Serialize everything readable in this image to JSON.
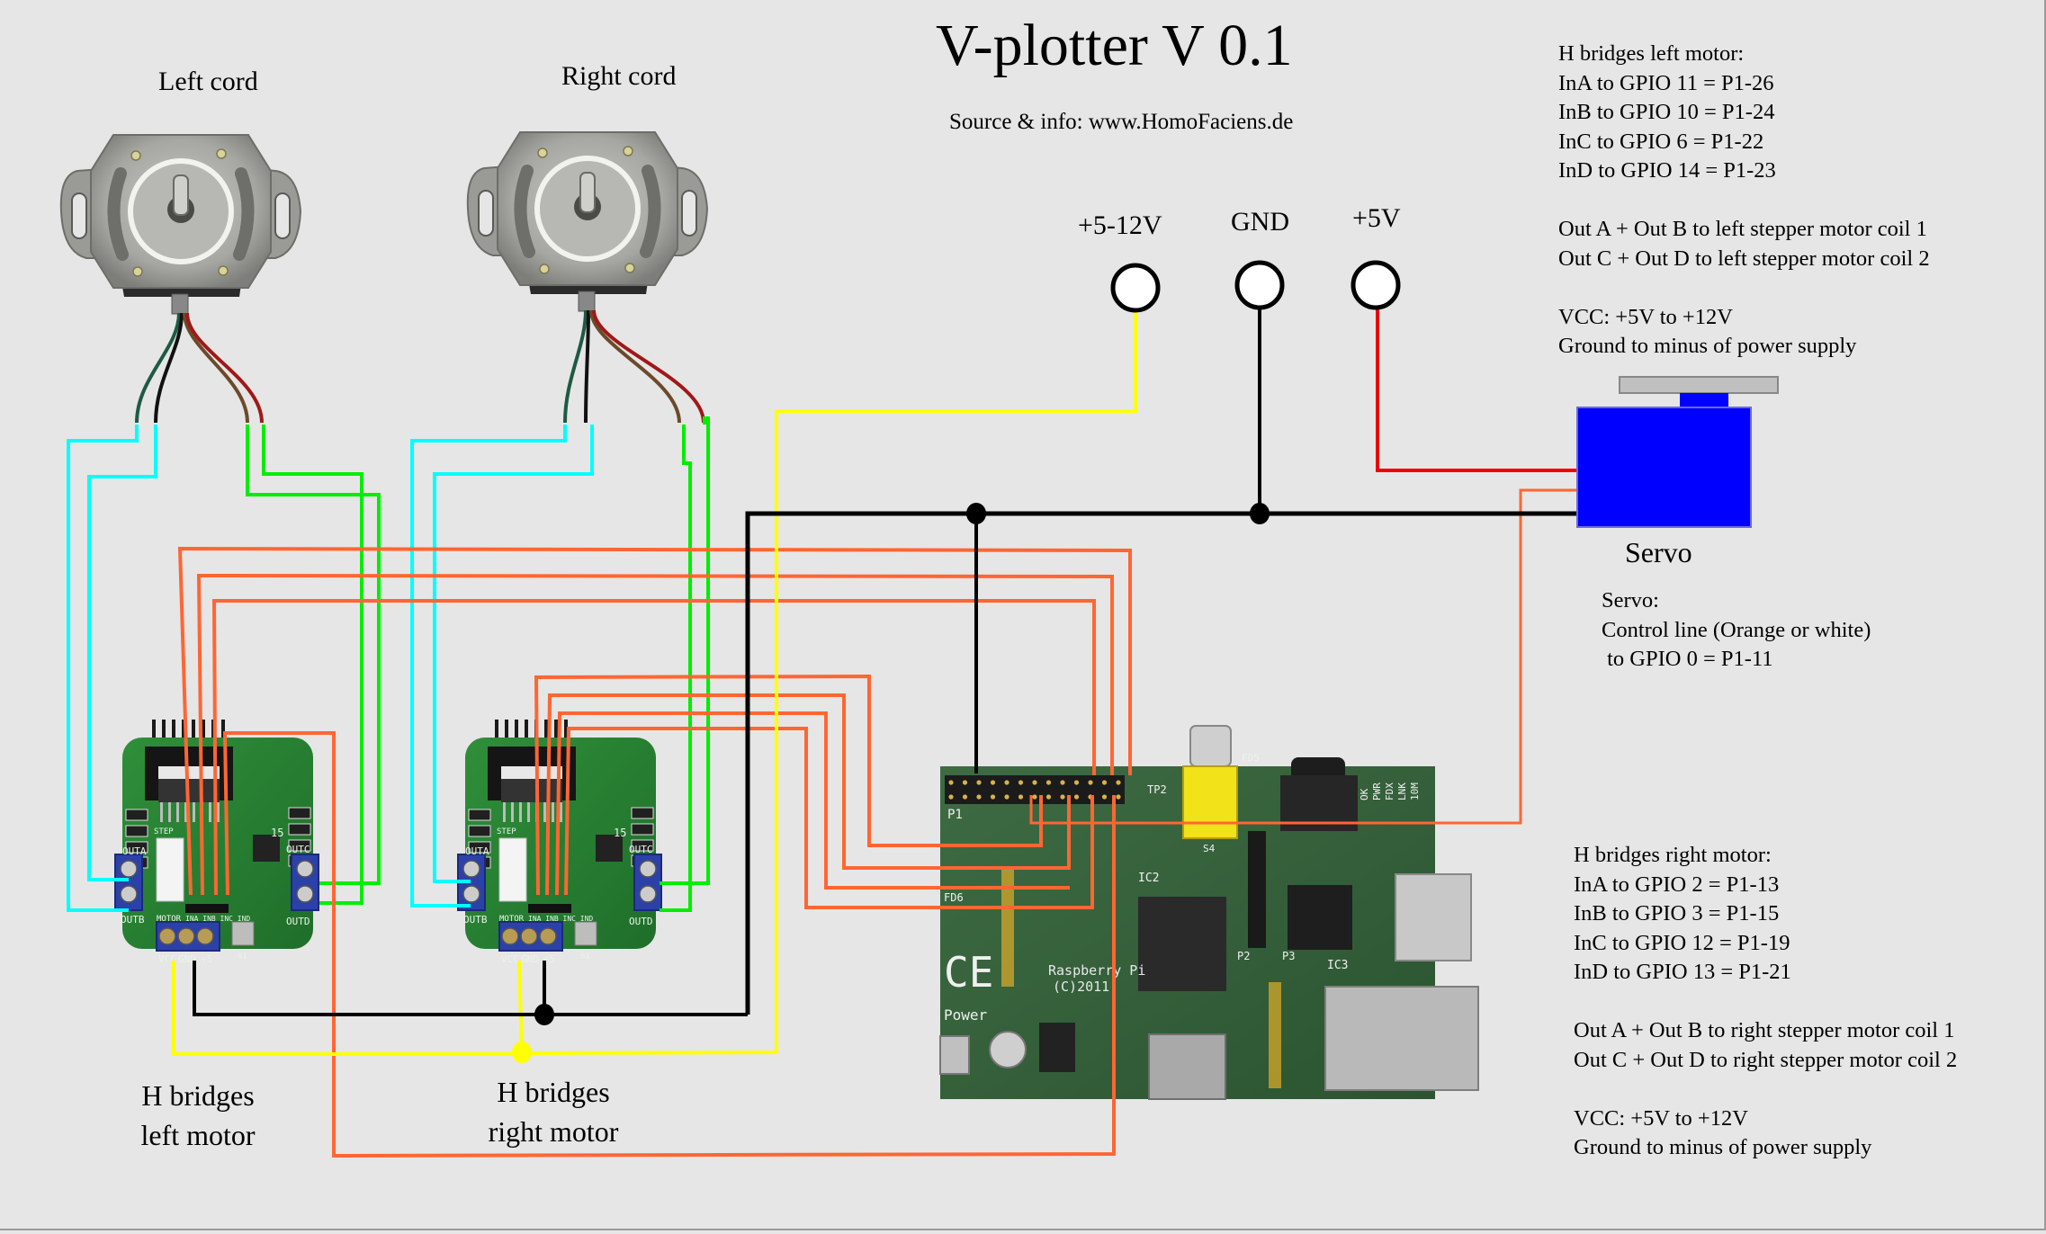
{
  "header": {
    "title": "V-plotter V 0.1",
    "subtitle": "Source & info: www.HomoFaciens.de"
  },
  "motors": {
    "left_label": "Left cord",
    "right_label": "Right cord"
  },
  "power_terminals": [
    {
      "label": "+5-12V",
      "wire_color": "#ffff00"
    },
    {
      "label": "GND",
      "wire_color": "#000000"
    },
    {
      "label": "+5V",
      "wire_color": "#ee0000"
    }
  ],
  "servo": {
    "label": "Servo",
    "body_color": "#0000ff",
    "horn_color": "#c0c0c0",
    "notes": [
      "Servo:",
      "Control line (Orange or white)",
      " to GPIO 0 = P1-11"
    ]
  },
  "hbridge_left": {
    "label_line1": "H bridges",
    "label_line2": "left motor",
    "notes": [
      "H bridges left motor:",
      "InA to GPIO 11 = P1-26",
      "InB to GPIO 10 = P1-24",
      "InC to GPIO 6 = P1-22",
      "InD to GPIO 14 = P1-23",
      "",
      "Out A + Out B to left stepper motor coil 1",
      "Out C + Out D to left stepper motor coil 2",
      "",
      "VCC: +5V to +12V",
      "Ground to minus of power supply"
    ]
  },
  "hbridge_right": {
    "label_line1": "H bridges",
    "label_line2": "right motor",
    "notes": [
      "H bridges right motor:",
      "InA to GPIO 2 = P1-13",
      "InB to GPIO 3 = P1-15",
      "InC to GPIO 12 = P1-19",
      "InD to GPIO 13 = P1-21",
      "",
      "Out A + Out B to right stepper motor coil 1",
      "Out C + Out D to right stepper motor coil 2",
      "",
      "VCC: +5V to +12V",
      "Ground to minus of power supply"
    ]
  },
  "hbridge_board": {
    "pin_labels": [
      "OUTA",
      "OUTB",
      "OUTC",
      "OUTD",
      "MOTOR",
      "INA",
      "INB",
      "INC",
      "IND",
      "VCC",
      "GND",
      "+5",
      "S1",
      "STEP",
      "15"
    ]
  },
  "raspberry_pi": {
    "silkscreen": [
      "P1",
      "Raspberry Pi",
      "(C)2011",
      "CE",
      "Power",
      "FD5",
      "FD6",
      "TP2",
      "IC2",
      "IC3",
      "P2",
      "P3",
      "S4",
      "OK",
      "PWR",
      "FDX",
      "LNK",
      "10M"
    ]
  },
  "wire_colors": {
    "coil_a": "#00ffff",
    "coil_b": "#00ee00",
    "signal": "#ff6633",
    "vcc": "#ffff00",
    "ground": "#000000",
    "servo_power": "#ee0000"
  }
}
